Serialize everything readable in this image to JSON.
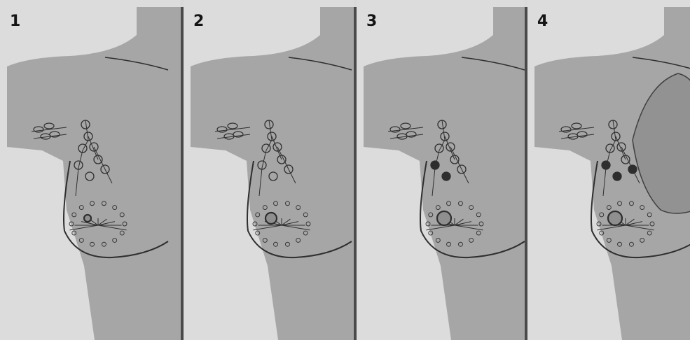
{
  "colors": {
    "page_bg": "#dcdcdc",
    "body_fill": "#a6a6a6",
    "shadow_fill": "#8f8f8f",
    "line": "#2e2e2e",
    "divider": "#4a4a4a"
  },
  "panels": [
    {
      "label": "1",
      "tumor": "small",
      "node_darkness": 0,
      "skin_mass": false
    },
    {
      "label": "2",
      "tumor": "medium",
      "node_darkness": 0,
      "skin_mass": false
    },
    {
      "label": "3",
      "tumor": "large",
      "node_darkness": 2,
      "skin_mass": false
    },
    {
      "label": "4",
      "tumor": "large",
      "node_darkness": 3,
      "skin_mass": true
    }
  ]
}
